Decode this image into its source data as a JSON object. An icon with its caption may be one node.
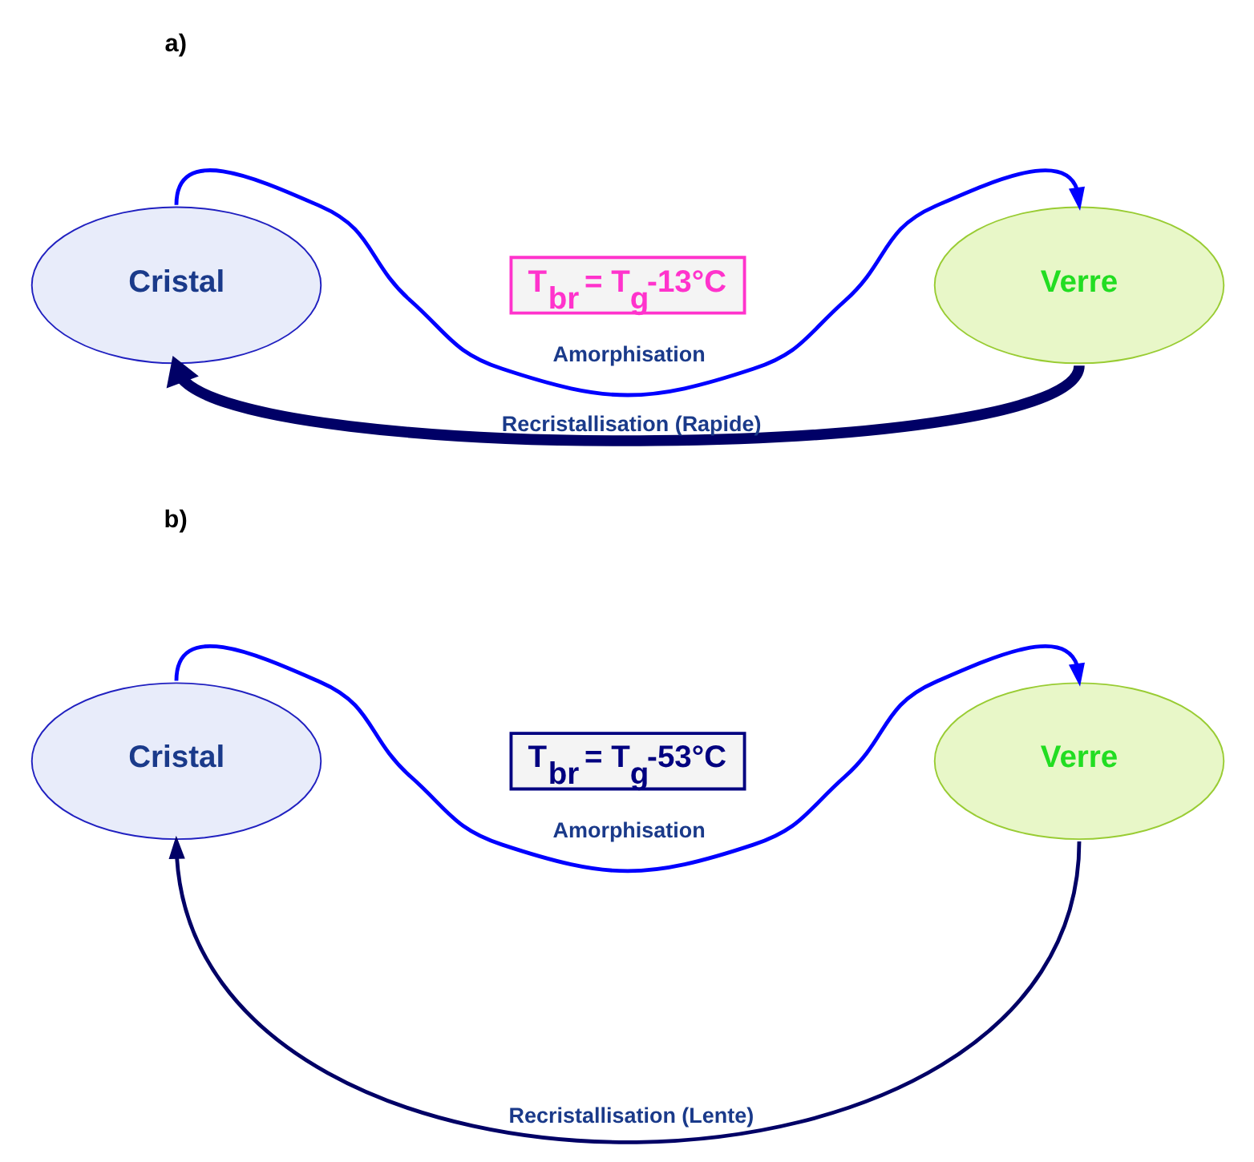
{
  "diagram": {
    "nodes": [
      {
        "text": [
          "Cristal"
        ]
      },
      {
        "text": [
          "T$_{br}$ = T$_{g}$-13°C"
        ]
      },
      {
        "text": [
          "Verre"
        ]
      },
      {
        "text": [
          "Cristal"
        ]
      },
      {
        "text": [
          "T$_{br}$ = T$_{g}$-53°C"
        ]
      },
      {
        "text": [
          "Verre"
        ]
      }
    ],
    "edges": [
      {
        "from": 0,
        "to": 2,
        "arrow": "to",
        "label": "Amorphisation",
        "color": "#0000ff"
      },
      {
        "from": 2,
        "to": 0,
        "arrow": "to",
        "label": "Recristallisation (Rapide)",
        "style": "thick",
        "color": "#000066"
      },
      {
        "from": 3,
        "to": 5,
        "arrow": "to",
        "label": "Amorphisation",
        "color": "#0000ff"
      },
      {
        "from": 5,
        "to": 3,
        "arrow": "to",
        "label": "Recristallisation (Lente)",
        "color": "#000066"
      }
    ],
    "labels": [
      "a)",
      "b)"
    ]
  }
}
